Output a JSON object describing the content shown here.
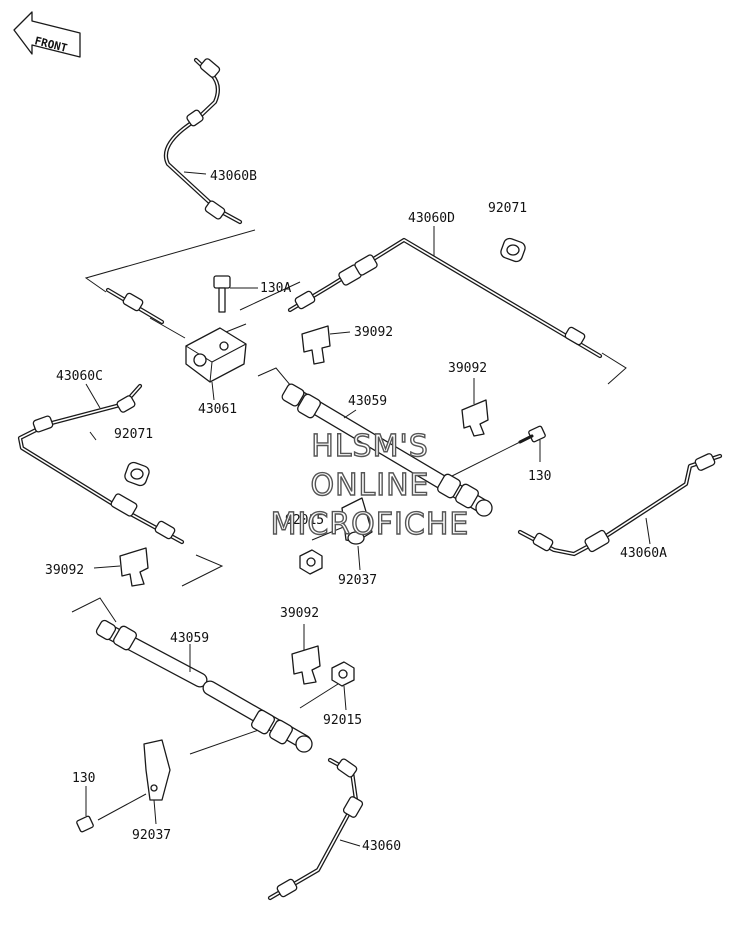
{
  "front_arrow": {
    "text": "FRONT"
  },
  "labels": {
    "p43060B": "43060B",
    "p130A": "130A",
    "p43060D": "43060D",
    "p92071_top": "92071",
    "p39092_a": "39092",
    "p39092_b": "39092",
    "p43060C": "43060C",
    "p43061": "43061",
    "p43059_top": "43059",
    "p130_right": "130",
    "p92071_left": "92071",
    "p92015_mid": "92015",
    "p92037_mid": "92037",
    "p43060A": "43060A",
    "p39092_c": "39092",
    "p39092_d": "39092",
    "p43059_bottom": "43059",
    "p92015_bottom": "92015",
    "p130_bottom": "130",
    "p92037_bottom": "92037",
    "p43060": "43060"
  },
  "watermark": {
    "line1": "HLSM'S",
    "line2": "ONLINE",
    "line3": "MICROFICHE"
  }
}
